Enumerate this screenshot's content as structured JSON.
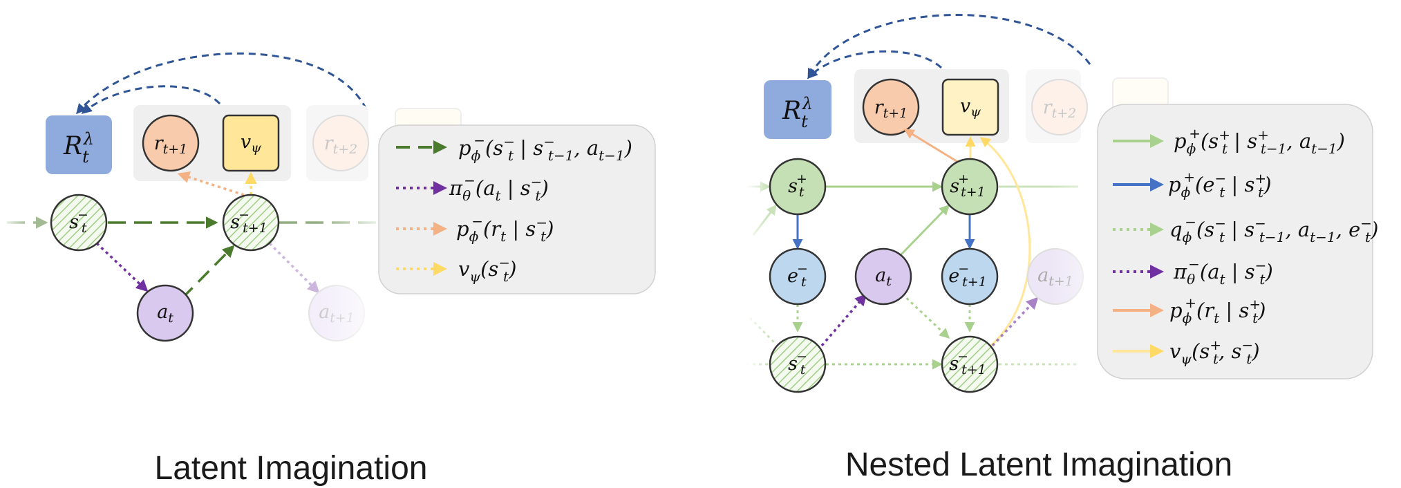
{
  "left": {
    "caption": "Latent Imagination",
    "return_label": "R_t^λ",
    "nodes": {
      "reward": "r_{t+1}",
      "value": "v_ψ",
      "reward_faded": "r_{t+2}",
      "state_t": "s_t^-",
      "state_t1": "s_{t+1}^-",
      "action_t": "a_t",
      "action_faded": "a_{t+1}"
    },
    "legend": [
      {
        "text": "p_ϕ^-(s_t^- | s_{t-1}^-, a_{t-1})",
        "color": "#4a7a2c",
        "style": "long-dash"
      },
      {
        "text": "π_θ^-(a_t | s_t^-)",
        "color": "#7030a0",
        "style": "dotted"
      },
      {
        "text": "p_ϕ^-(r_t | s_t^-)",
        "color": "#f4b183",
        "style": "dotted"
      },
      {
        "text": "v_ψ(s_t^-)",
        "color": "#ffd966",
        "style": "dotted"
      }
    ]
  },
  "right": {
    "caption": "Nested Latent Imagination",
    "return_label": "R_t^λ",
    "nodes": {
      "reward": "r_{t+1}",
      "value": "v_ψ",
      "reward_faded": "r_{t+2}",
      "state_plus_t": "s_t^+",
      "state_plus_t1": "s_{t+1}^+",
      "event_t": "e_t^-",
      "event_t1": "e_{t+1}^-",
      "action_t": "a_t",
      "action_faded": "a_{t+1}",
      "state_minus_t": "s_t^-",
      "state_minus_t1": "s_{t+1}^-"
    },
    "legend": [
      {
        "text": "p_ϕ^+(s_t^+ | s_{t-1}^+, a_{t-1})",
        "color": "#a9d18e",
        "style": "solid"
      },
      {
        "text": "p_ϕ^+(e_t^- | s_t^+)",
        "color": "#4472c4",
        "style": "solid"
      },
      {
        "text": "q_ϕ^-(s_t^- | s_{t-1}^-, a_{t-1}, e_t^-)",
        "color": "#a9d18e",
        "style": "dotted"
      },
      {
        "text": "π_θ^-(a_t | s_t^-)",
        "color": "#7030a0",
        "style": "dotted"
      },
      {
        "text": "p_ϕ^+(r_t | s_t^+)",
        "color": "#f4b183",
        "style": "solid"
      },
      {
        "text": "v_ψ(s_t^+, s_t^-)",
        "color": "#ffe699",
        "style": "solid"
      }
    ]
  },
  "colors": {
    "return_box": "#8faadc",
    "reward_node": "#f8cbad",
    "value_node": "#ffe699",
    "state_plus_node": "#c5e0b4",
    "event_node": "#bdd7ee",
    "action_node": "#d9c9ee",
    "latent_hatch": "#70ad47",
    "dashed_return": "#2f5597",
    "panel_bg": "#efefef"
  }
}
